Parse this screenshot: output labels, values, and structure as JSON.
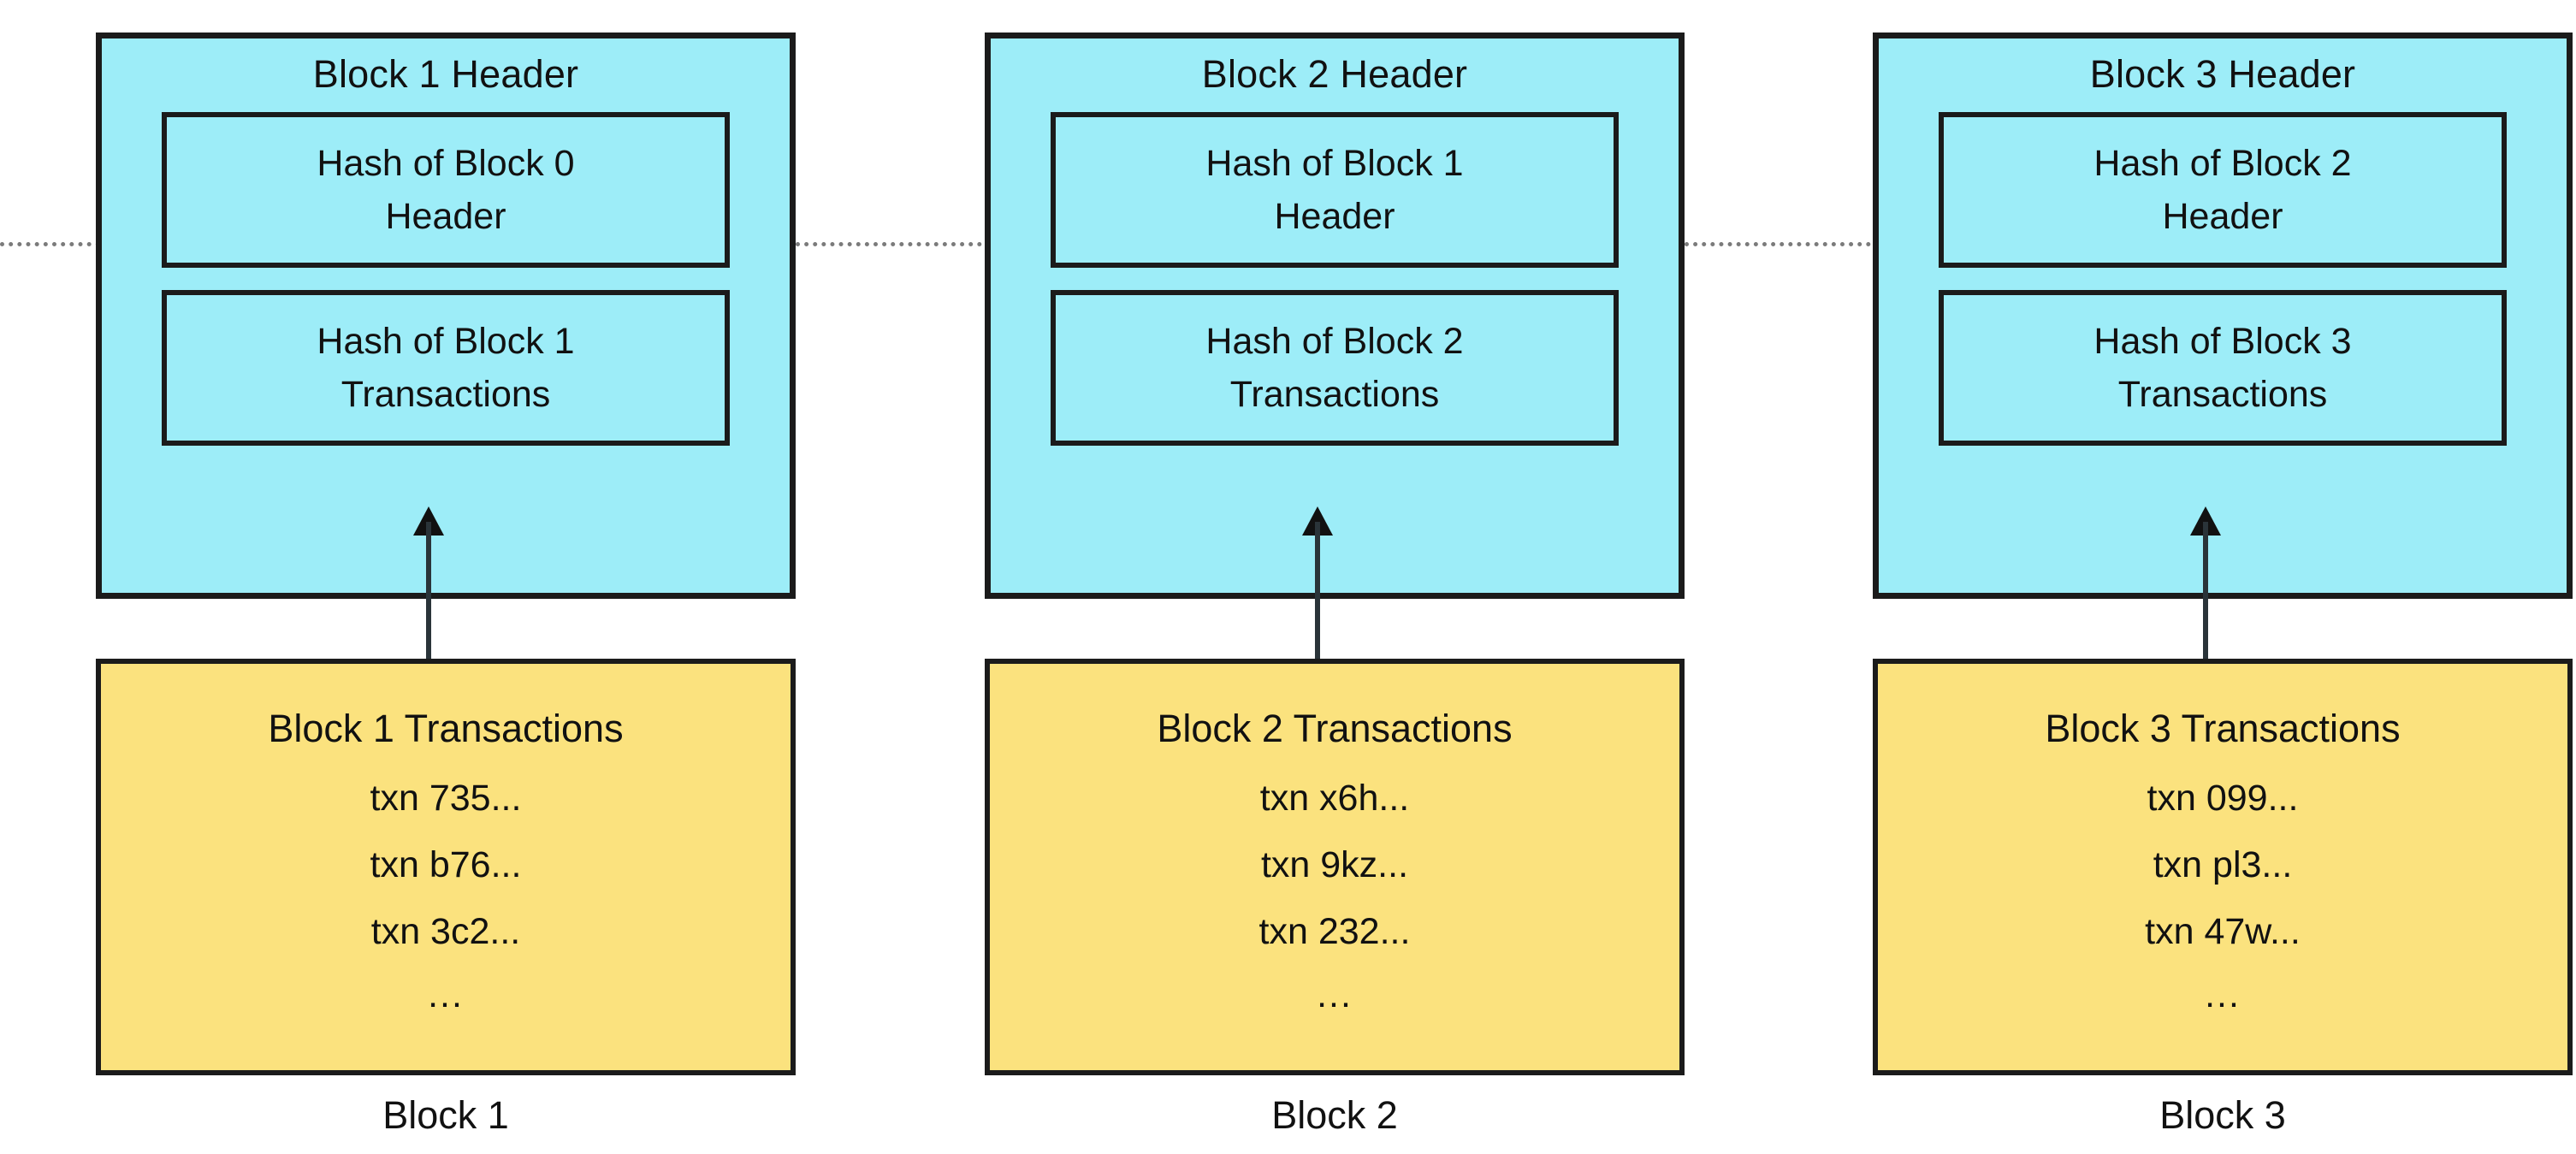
{
  "diagram": {
    "title": "Blockchain block linkage diagram",
    "colors": {
      "header_fill": "#9DEDF8",
      "transactions_fill": "#FBE27E",
      "border": "#1b1b1b",
      "dotted_connector": "#7b7b7b",
      "arrow": "#111111",
      "background": "#ffffff",
      "text": "#111111"
    },
    "blocks": [
      {
        "caption": "Block 1",
        "header": {
          "title": "Block 1 Header",
          "fields": [
            {
              "line1": "Hash of Block 0",
              "line2": "Header"
            },
            {
              "line1": "Hash of Block 1",
              "line2": "Transactions"
            }
          ]
        },
        "transactions": {
          "title": "Block 1 Transactions",
          "items": [
            "txn 735...",
            "txn b76...",
            "txn 3c2...",
            "..."
          ]
        }
      },
      {
        "caption": "Block 2",
        "header": {
          "title": "Block 2 Header",
          "fields": [
            {
              "line1": "Hash of Block 1",
              "line2": "Header"
            },
            {
              "line1": "Hash of Block 2",
              "line2": "Transactions"
            }
          ]
        },
        "transactions": {
          "title": "Block 2 Transactions",
          "items": [
            "txn x6h...",
            "txn 9kz...",
            "txn 232...",
            "..."
          ]
        }
      },
      {
        "caption": "Block 3",
        "header": {
          "title": "Block 3 Header",
          "fields": [
            {
              "line1": "Hash of Block 2",
              "line2": "Header"
            },
            {
              "line1": "Hash of Block 3",
              "line2": "Transactions"
            }
          ]
        },
        "transactions": {
          "title": "Block 3 Transactions",
          "items": [
            "txn 099...",
            "txn pl3...",
            "txn 47w...",
            "..."
          ]
        }
      }
    ]
  }
}
